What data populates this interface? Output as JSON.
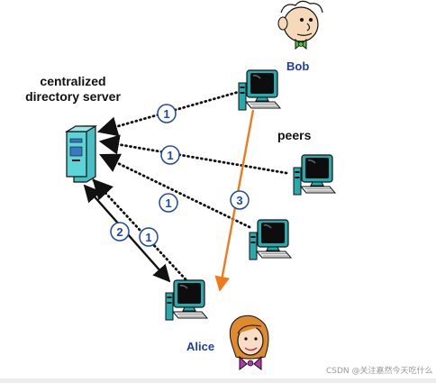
{
  "labels": {
    "server": "centralized directory server",
    "server_line1": "centralized",
    "server_line2": "directory server",
    "bob": "Bob",
    "alice": "Alice",
    "peers": "peers"
  },
  "steps": [
    {
      "number": "1",
      "meaning": "peer to server"
    },
    {
      "number": "1",
      "meaning": "peer to server"
    },
    {
      "number": "1",
      "meaning": "peer to server"
    },
    {
      "number": "1",
      "meaning": "Alice to server"
    },
    {
      "number": "2",
      "meaning": "server to Alice"
    },
    {
      "number": "3",
      "meaning": "Bob to Alice"
    }
  ],
  "watermark": "CSDN @关注嘉然今天吃什么",
  "colors": {
    "label_blue": "#1f3fa0",
    "arrow_dark": "#111111",
    "arrow_orange": "#f07a1a",
    "server_teal": "#5cd4d8",
    "monitor_teal": "#2aa9ad",
    "badge_blue": "#1f4aa0"
  }
}
